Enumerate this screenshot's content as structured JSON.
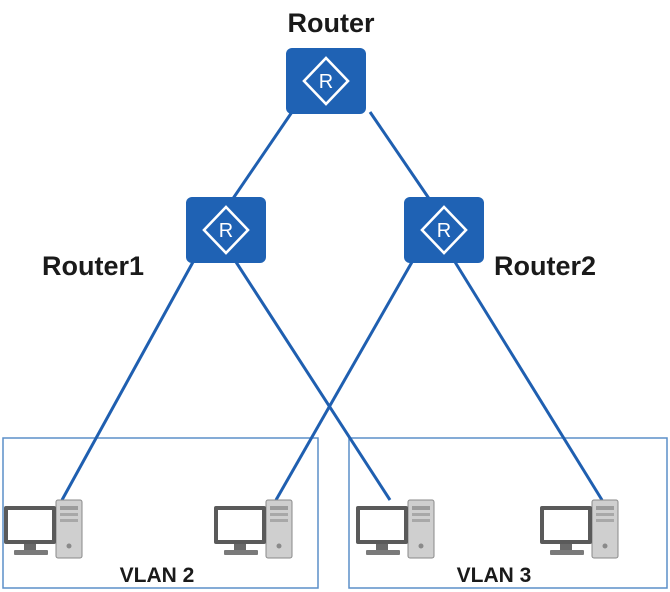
{
  "routers": {
    "top": {
      "label": "Router",
      "icon_letter": "R"
    },
    "left": {
      "label": "Router1",
      "icon_letter": "R"
    },
    "right": {
      "label": "Router2",
      "icon_letter": "R"
    }
  },
  "vlans": [
    {
      "label": "VLAN 2"
    },
    {
      "label": "VLAN 3"
    }
  ],
  "colors": {
    "router_blue": "#1f62b4",
    "link_blue": "#1f5fb0",
    "vlan_border": "#5b8fc9"
  }
}
